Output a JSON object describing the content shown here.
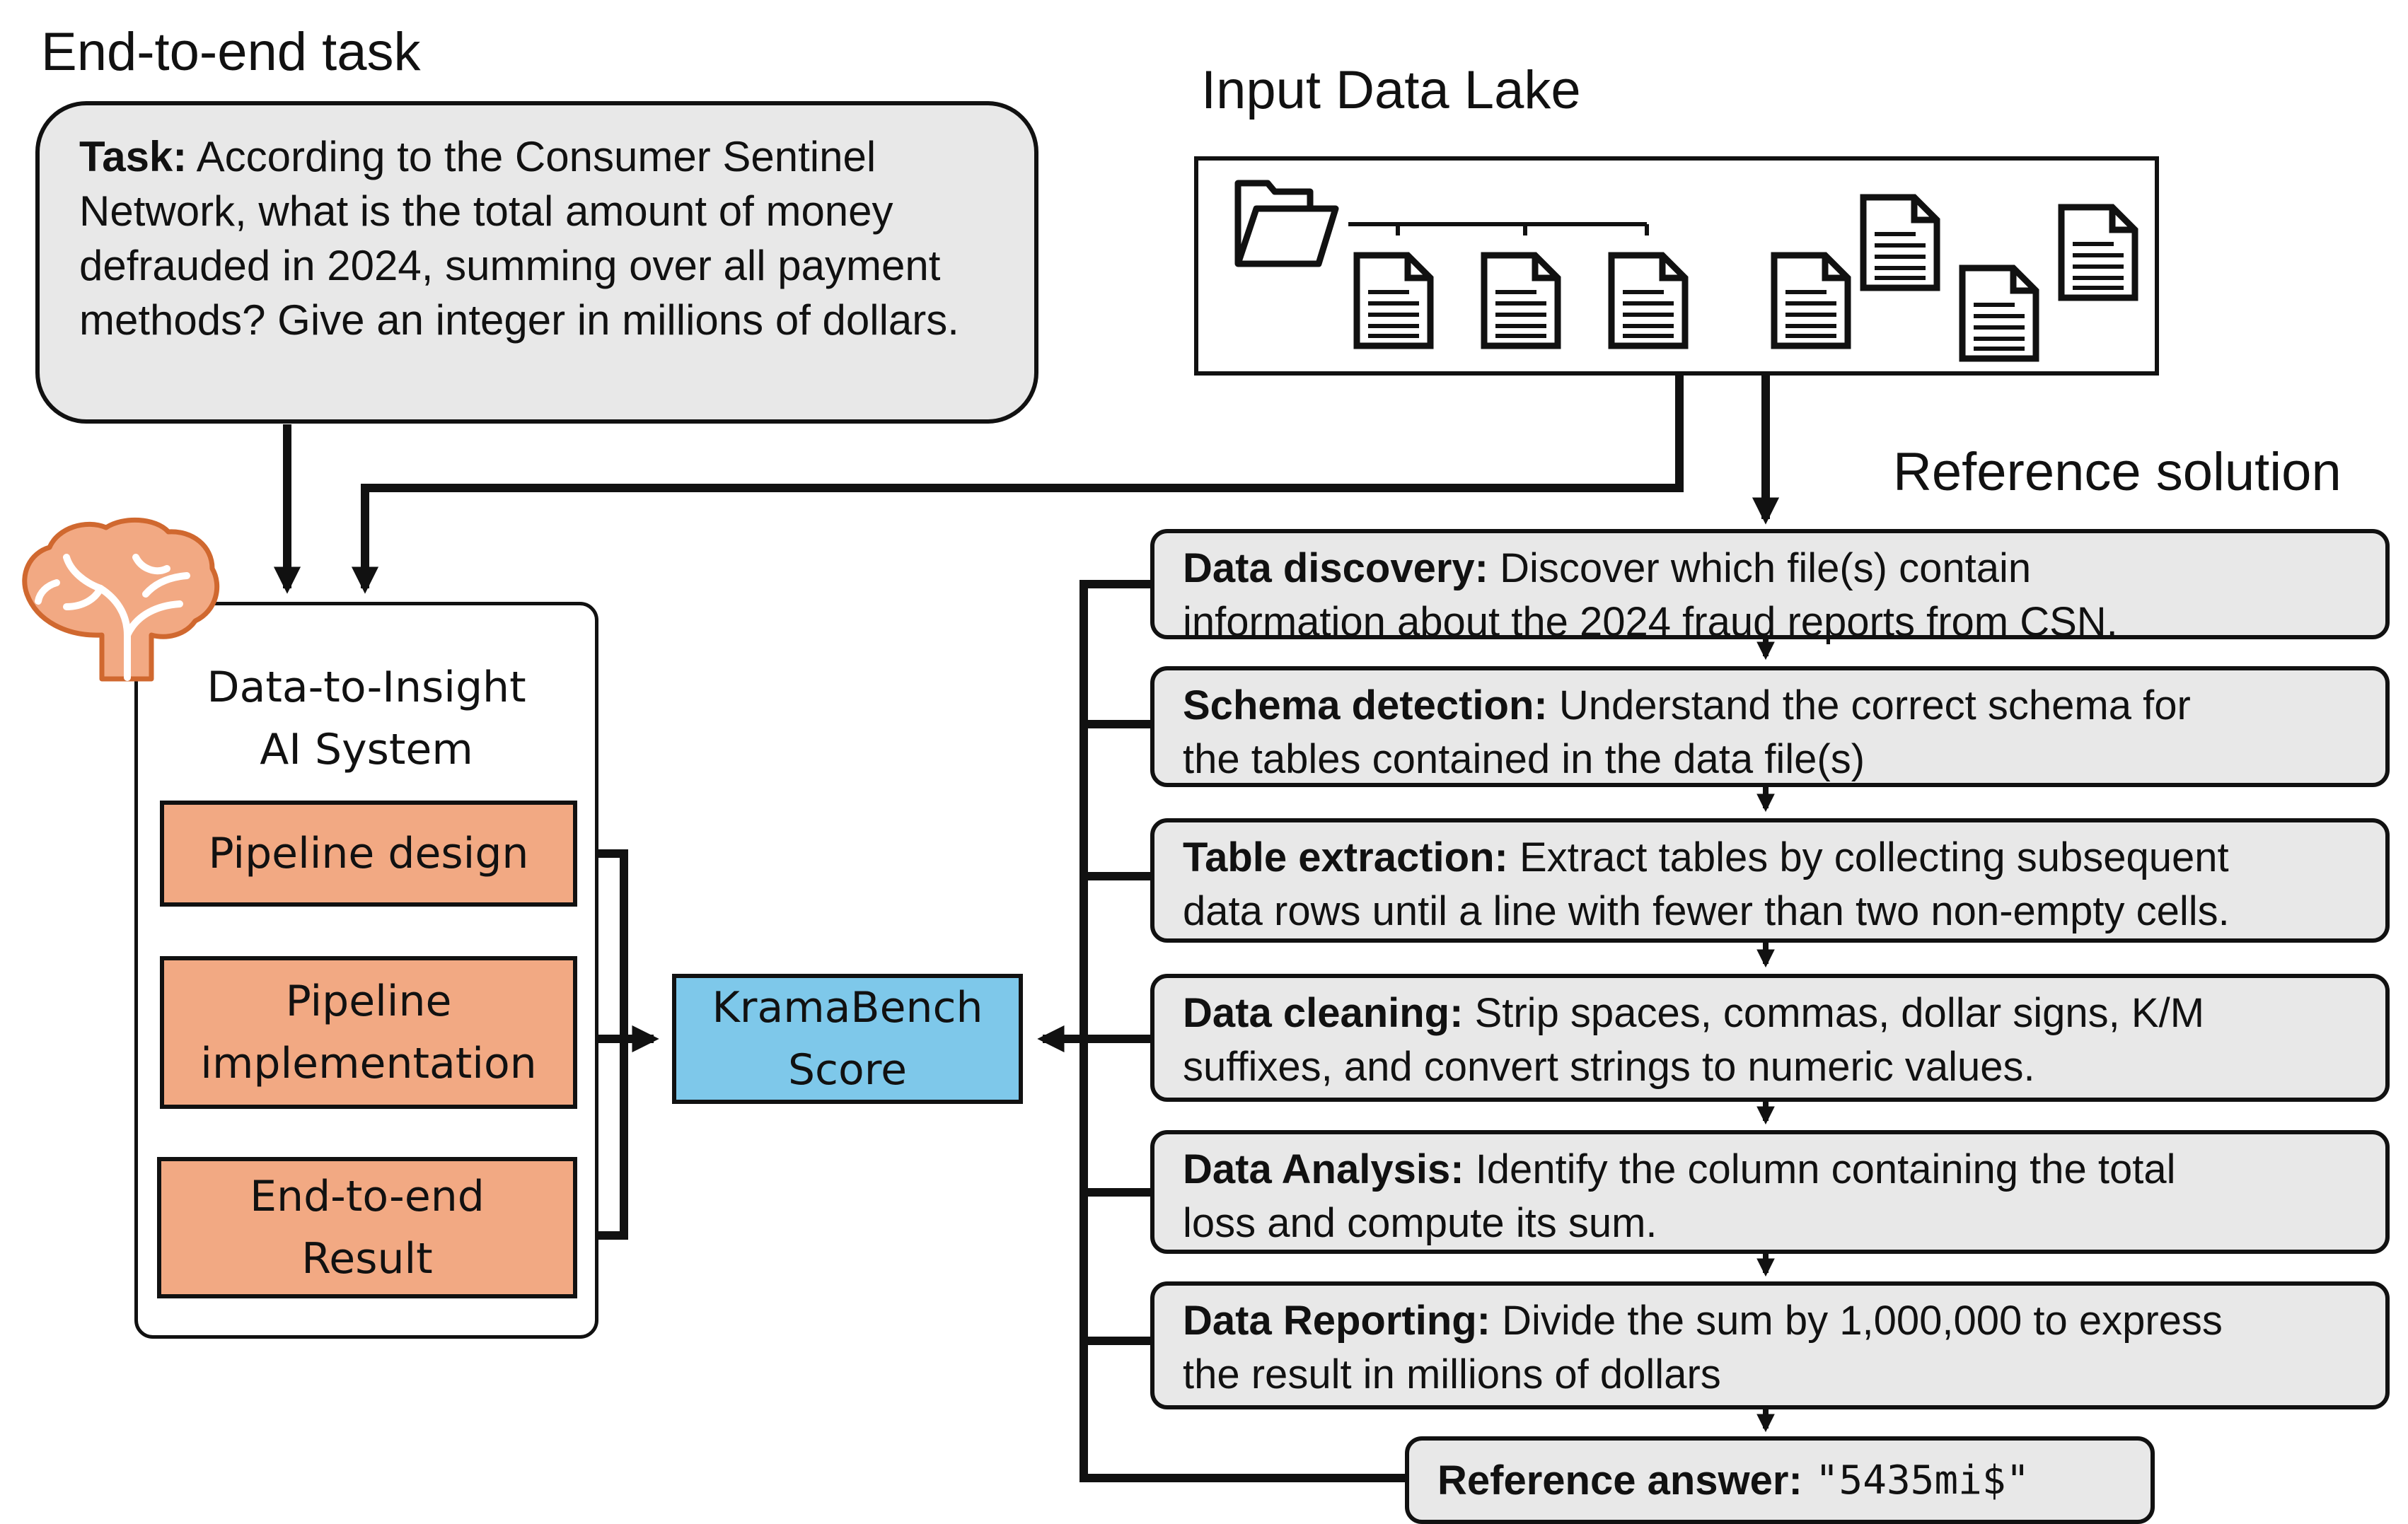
{
  "end_to_end": {
    "heading": "End-to-end task",
    "task_label": "Task:",
    "task_text": "According to the Consumer Sentinel Network, what is the total amount of money defrauded in 2024, summing over all payment methods? Give an integer in millions of dollars."
  },
  "data_lake": {
    "heading": "Input Data Lake",
    "icons": [
      "folder-icon",
      "document-icon"
    ]
  },
  "ai_system": {
    "title_line1": "Data-to-Insight",
    "title_line2": "AI System",
    "icon": "brain-icon",
    "stages": [
      {
        "line1": "Pipeline design",
        "line2": ""
      },
      {
        "line1": "Pipeline",
        "line2": "implementation"
      },
      {
        "line1": "End-to-end",
        "line2": "Result"
      }
    ],
    "accent_color": "#f2a983"
  },
  "score": {
    "line1": "KramaBench",
    "line2": "Score",
    "color": "#7ec8ea"
  },
  "reference": {
    "heading": "Reference solution",
    "steps": [
      {
        "label": "Data discovery:",
        "line1": "Discover which file(s) contain",
        "line2": "information about the 2024 fraud reports from CSN."
      },
      {
        "label": "Schema detection:",
        "line1": "Understand the correct schema for",
        "line2": "the tables contained in the data file(s)"
      },
      {
        "label": "Table extraction:",
        "line1": "Extract tables by collecting subsequent",
        "line2": "data rows until a line with fewer than two non-empty cells."
      },
      {
        "label": "Data cleaning:",
        "line1": "Strip spaces, commas, dollar signs, K/M",
        "line2": "suffixes, and convert strings to numeric values."
      },
      {
        "label": "Data Analysis:",
        "line1": "Identify the column containing the total",
        "line2": "loss and compute its sum."
      },
      {
        "label": "Data Reporting:",
        "line1": "Divide the sum by 1,000,000 to express",
        "line2": "the result in millions of dollars"
      }
    ],
    "answer_label": "Reference answer:",
    "answer_value": "\"5435mi$\""
  }
}
